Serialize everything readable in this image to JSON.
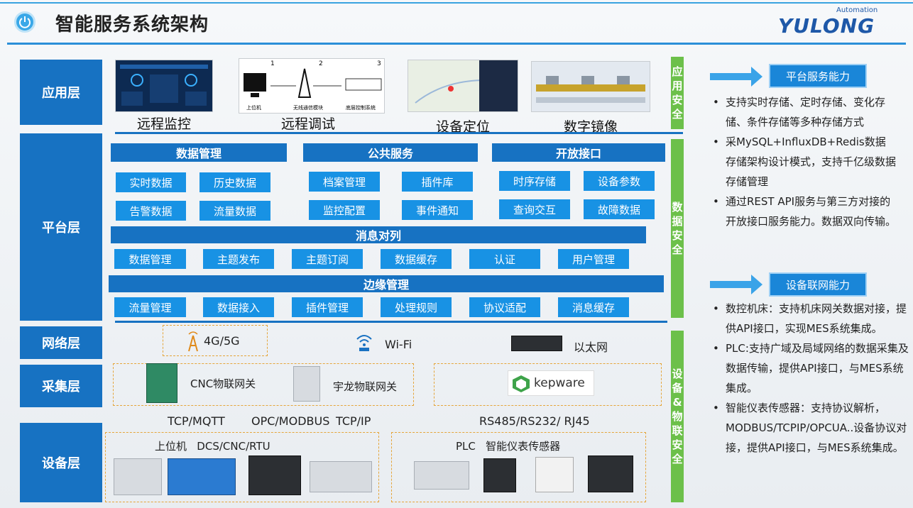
{
  "title": "智能服务系统架构",
  "logo": {
    "brand": "YULONG",
    "sub": "Automation"
  },
  "layers": {
    "application": "应用层",
    "platform": "平台层",
    "network": "网络层",
    "collection": "采集层",
    "device": "设备层"
  },
  "security": {
    "app": "应用安全",
    "data": "数据安全",
    "device": "设备&物联安全"
  },
  "applications": [
    "远程监控",
    "远程调试",
    "设备定位",
    "数字镜像"
  ],
  "debug_diagram": {
    "n1": "1",
    "n2": "2",
    "n3": "3",
    "pc": "上位机",
    "wireless": "无线通信模块",
    "board": "底层控制系统"
  },
  "categories": {
    "data_mgmt": {
      "title": "数据管理",
      "items": [
        "实时数据",
        "历史数据",
        "告警数据",
        "流量数据"
      ]
    },
    "public": {
      "title": "公共服务",
      "items": [
        "档案管理",
        "插件库",
        "监控配置",
        "事件通知"
      ]
    },
    "open": {
      "title": "开放接口",
      "items": [
        "时序存储",
        "设备参数",
        "查询交互",
        "故障数据"
      ]
    }
  },
  "message": {
    "title": "消息对列",
    "items": [
      "数据管理",
      "主题发布",
      "主题订阅",
      "数据缓存",
      "认证",
      "用户管理"
    ]
  },
  "edge": {
    "title": "边缘管理",
    "items": [
      "流量管理",
      "数据接入",
      "插件管理",
      "处理规则",
      "协议适配",
      "消息缓存"
    ]
  },
  "network": {
    "cellular": "4G/5G",
    "wifi": "Wi-Fi",
    "ethernet": "以太网"
  },
  "collection": {
    "cnc_gw": "CNC物联网关",
    "yulong_gw": "宇龙物联网关",
    "kepware": "kepware"
  },
  "protocols": {
    "mqtt": "TCP/MQTT",
    "opc": "OPC/MODBUS",
    "tcpip": "TCP/IP",
    "serial": "RS485/RS232/ RJ45"
  },
  "devices": {
    "left": "上位机   DCS/CNC/RTU",
    "right": "PLC   智能仪表传感器"
  },
  "right_panel": {
    "platform_label": "平台服务能力",
    "platform_points": [
      "支持实时存储、定时存储、变化存储、条件存储等多种存储方式",
      "采MySQL+InfluxDB+Redis数据存储架构设计模式，支持千亿级数据存储管理",
      "通过REST API服务与第三方对接的开放接口服务能力。数据双向传输。"
    ],
    "device_label": "设备联网能力",
    "device_points": [
      "数控机床：支持机床网关数据对接，提供API接口，实现MES系统集成。",
      "PLC:支持广域及局域网络的数据采集及数据传输，提供API接口，与MES系统集成。",
      "智能仪表传感器：支持协议解析，MODBUS/TCPIP/OPCUA..设备协议对接，提供API接口，与MES系统集成。"
    ]
  },
  "colors": {
    "layer_blue": "#1772c2",
    "button_blue": "#1892e4",
    "security_green": "#6cc04a",
    "dash_orange": "#e5a53a"
  }
}
